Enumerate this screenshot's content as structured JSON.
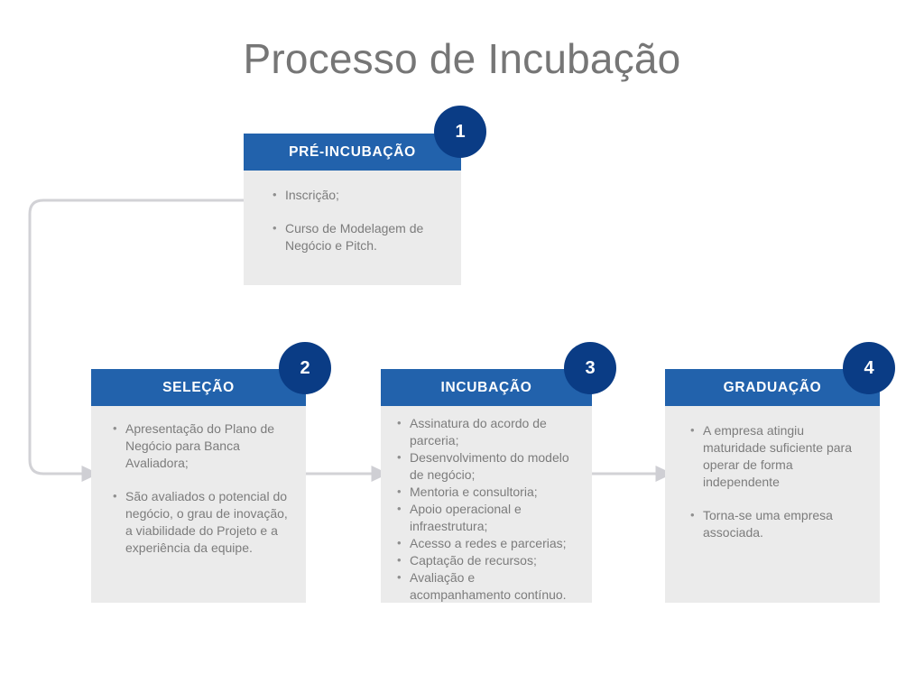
{
  "page": {
    "title": "Processo de Incubação",
    "background_color": "#ffffff",
    "title_color": "#767676"
  },
  "theme": {
    "header_blue": "#2262ac",
    "badge_navy": "#0a3c85",
    "card_body_gray": "#ebebeb",
    "text_gray": "#7c7c7c",
    "connector_gray": "#d2d2d6"
  },
  "steps": [
    {
      "number": "1",
      "title": "PRÉ-INCUBAÇÃO",
      "spacing": "spaced",
      "items": [
        "Inscrição;",
        "Curso de Modelagem de Negócio e Pitch."
      ]
    },
    {
      "number": "2",
      "title": "SELEÇÃO",
      "spacing": "spaced",
      "items": [
        "Apresentação do Plano de Negócio para Banca Avaliadora;",
        "São avaliados o potencial do negócio, o grau de inovação, a viabilidade do Projeto e a experiência da equipe."
      ]
    },
    {
      "number": "3",
      "title": "INCUBAÇÃO",
      "spacing": "tight",
      "items": [
        "Assinatura do acordo de parceria;",
        "Desenvolvimento do modelo de negócio;",
        "Mentoria e consultoria;",
        "Apoio operacional e infraestrutura;",
        "Acesso a redes e parcerias;",
        "Captação de recursos;",
        "Avaliação e acompanhamento contínuo."
      ]
    },
    {
      "number": "4",
      "title": "GRADUAÇÃO",
      "spacing": "spaced",
      "items": [
        "A empresa atingiu maturidade suficiente para operar de forma independente",
        "Torna-se uma empresa associada."
      ]
    }
  ],
  "connectors": [
    {
      "name": "elbow-step1-to-step2",
      "from": "card-1-left",
      "to": "card-2-left"
    },
    {
      "name": "arrow-step2-to-step3",
      "from": "card-2-right",
      "to": "card-3-left"
    },
    {
      "name": "arrow-step3-to-step4",
      "from": "card-3-right",
      "to": "card-4-left"
    }
  ]
}
